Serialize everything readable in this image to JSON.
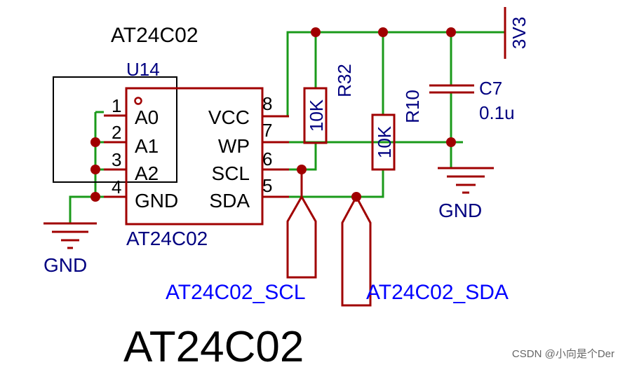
{
  "ic": {
    "title": "AT24C02",
    "designator": "U14",
    "part_label": "AT24C02",
    "pins_left": [
      {
        "num": "1",
        "name": "A0"
      },
      {
        "num": "2",
        "name": "A1"
      },
      {
        "num": "3",
        "name": "A2"
      },
      {
        "num": "4",
        "name": "GND"
      }
    ],
    "pins_right": [
      {
        "num": "8",
        "name": "VCC"
      },
      {
        "num": "7",
        "name": "WP"
      },
      {
        "num": "6",
        "name": "SCL"
      },
      {
        "num": "5",
        "name": "SDA"
      }
    ]
  },
  "r32": {
    "designator": "R32",
    "value": "10K"
  },
  "r10": {
    "designator": "R10",
    "value": "10K"
  },
  "c7": {
    "designator": "C7",
    "value": "0.1u"
  },
  "power": {
    "net": "3V3"
  },
  "grounds": {
    "left": "GND",
    "right": "GND"
  },
  "net_labels": {
    "scl": "AT24C02_SCL",
    "sda": "AT24C02_SDA"
  },
  "big_title": "AT24C02",
  "watermark": "CSDN @小向是个Der",
  "colors": {
    "wire": "#1a9a1a",
    "component": "#a00000",
    "label_blue": "#000080",
    "net_label": "#0000ff",
    "text": "#000000"
  }
}
